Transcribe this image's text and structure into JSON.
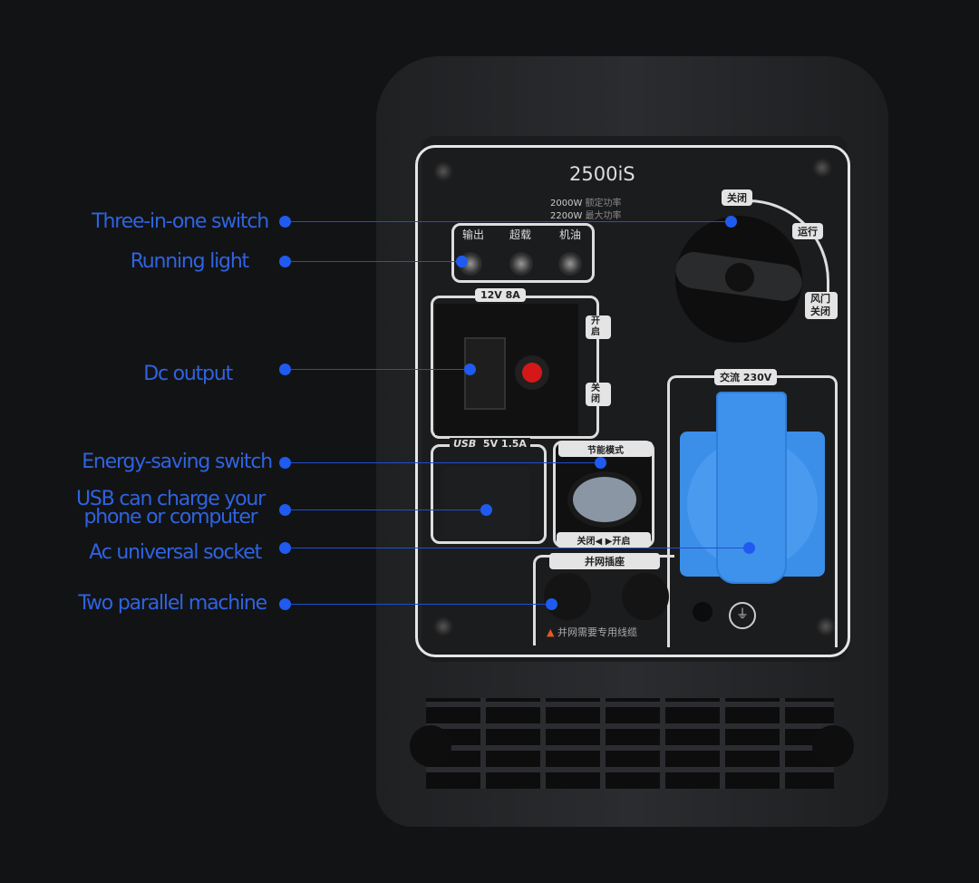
{
  "product": {
    "model": "2500iS",
    "rated_power": "2000W",
    "rated_power_label": "额定功率",
    "max_power": "2200W",
    "max_power_label": "最大功率",
    "indicators": [
      "输出",
      "超载",
      "机油"
    ],
    "switch_positions": {
      "off": "关闭",
      "run": "运行",
      "choke": "风门关闭"
    },
    "dc_rating": "12V 8A",
    "dc_on": "开启",
    "dc_off": "关闭",
    "usb_logo": "USB",
    "usb_rating": "5V 1.5A",
    "eco_label": "节能模式",
    "eco_off": "关闭◀",
    "eco_on": "▶开启",
    "ac_label": "交流 230V",
    "parallel_label": "并网插座",
    "parallel_warning": "并网需要专用线缆"
  },
  "annotations": [
    {
      "label": "Three-in-one switch"
    },
    {
      "label": "Running light"
    },
    {
      "label": "Dc output"
    },
    {
      "label": "Energy-saving switch"
    },
    {
      "label": "USB can charge your phone or computer"
    },
    {
      "label": "Ac universal socket"
    },
    {
      "label": "Two parallel machine"
    }
  ],
  "colors": {
    "annotation": "#2f63e0",
    "socket": "#3b8fe8",
    "button": "#d41818"
  }
}
